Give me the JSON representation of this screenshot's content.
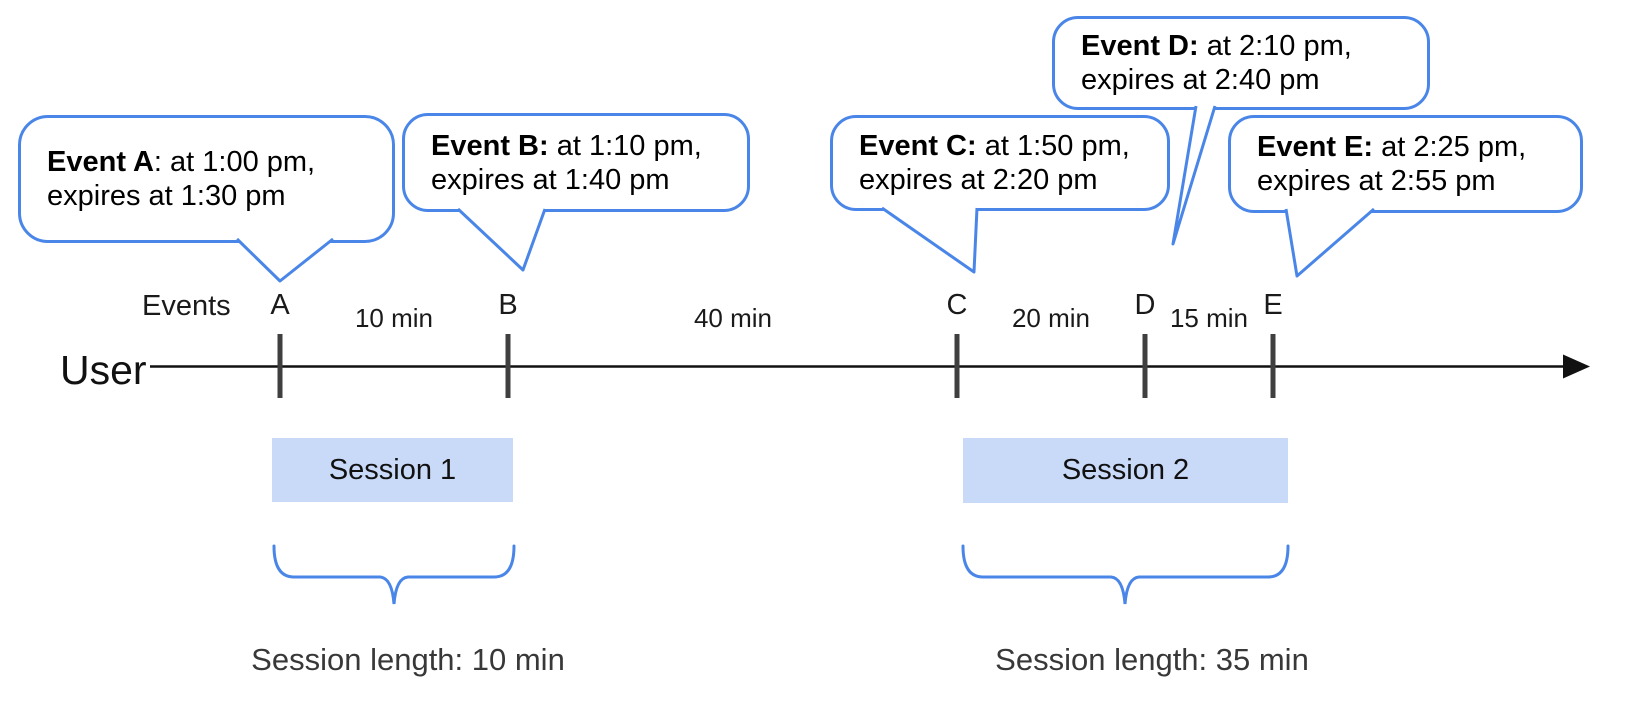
{
  "diagram": {
    "axis": {
      "user_label": "User",
      "events_label": "Events"
    },
    "callouts": [
      {
        "event": "A",
        "bold": "Event A",
        "rest": ": at 1:00 pm,",
        "line2": "expires at 1:30 pm"
      },
      {
        "event": "B",
        "bold": "Event B:",
        "rest": " at 1:10 pm,",
        "line2": "expires at 1:40 pm"
      },
      {
        "event": "C",
        "bold": "Event C:",
        "rest": " at 1:50 pm,",
        "line2": "expires at 2:20 pm"
      },
      {
        "event": "D",
        "bold": "Event D:",
        "rest": " at 2:10 pm,",
        "line2": "expires at 2:40 pm"
      },
      {
        "event": "E",
        "bold": "Event E:",
        "rest": " at 2:25 pm,",
        "line2": "expires at 2:55 pm"
      }
    ],
    "event_marks": [
      "A",
      "B",
      "C",
      "D",
      "E"
    ],
    "intervals": [
      "10 min",
      "40 min",
      "20 min",
      "15 min"
    ],
    "sessions": [
      {
        "label": "Session 1",
        "length_label": "Session length: 10 min"
      },
      {
        "label": "Session 2",
        "length_label": "Session length: 35 min"
      }
    ],
    "colors": {
      "accent_blue": "#4a86e8",
      "session_fill": "#c9daf8",
      "tick_gray": "#3f3f3f",
      "axis_black": "#111111"
    }
  }
}
